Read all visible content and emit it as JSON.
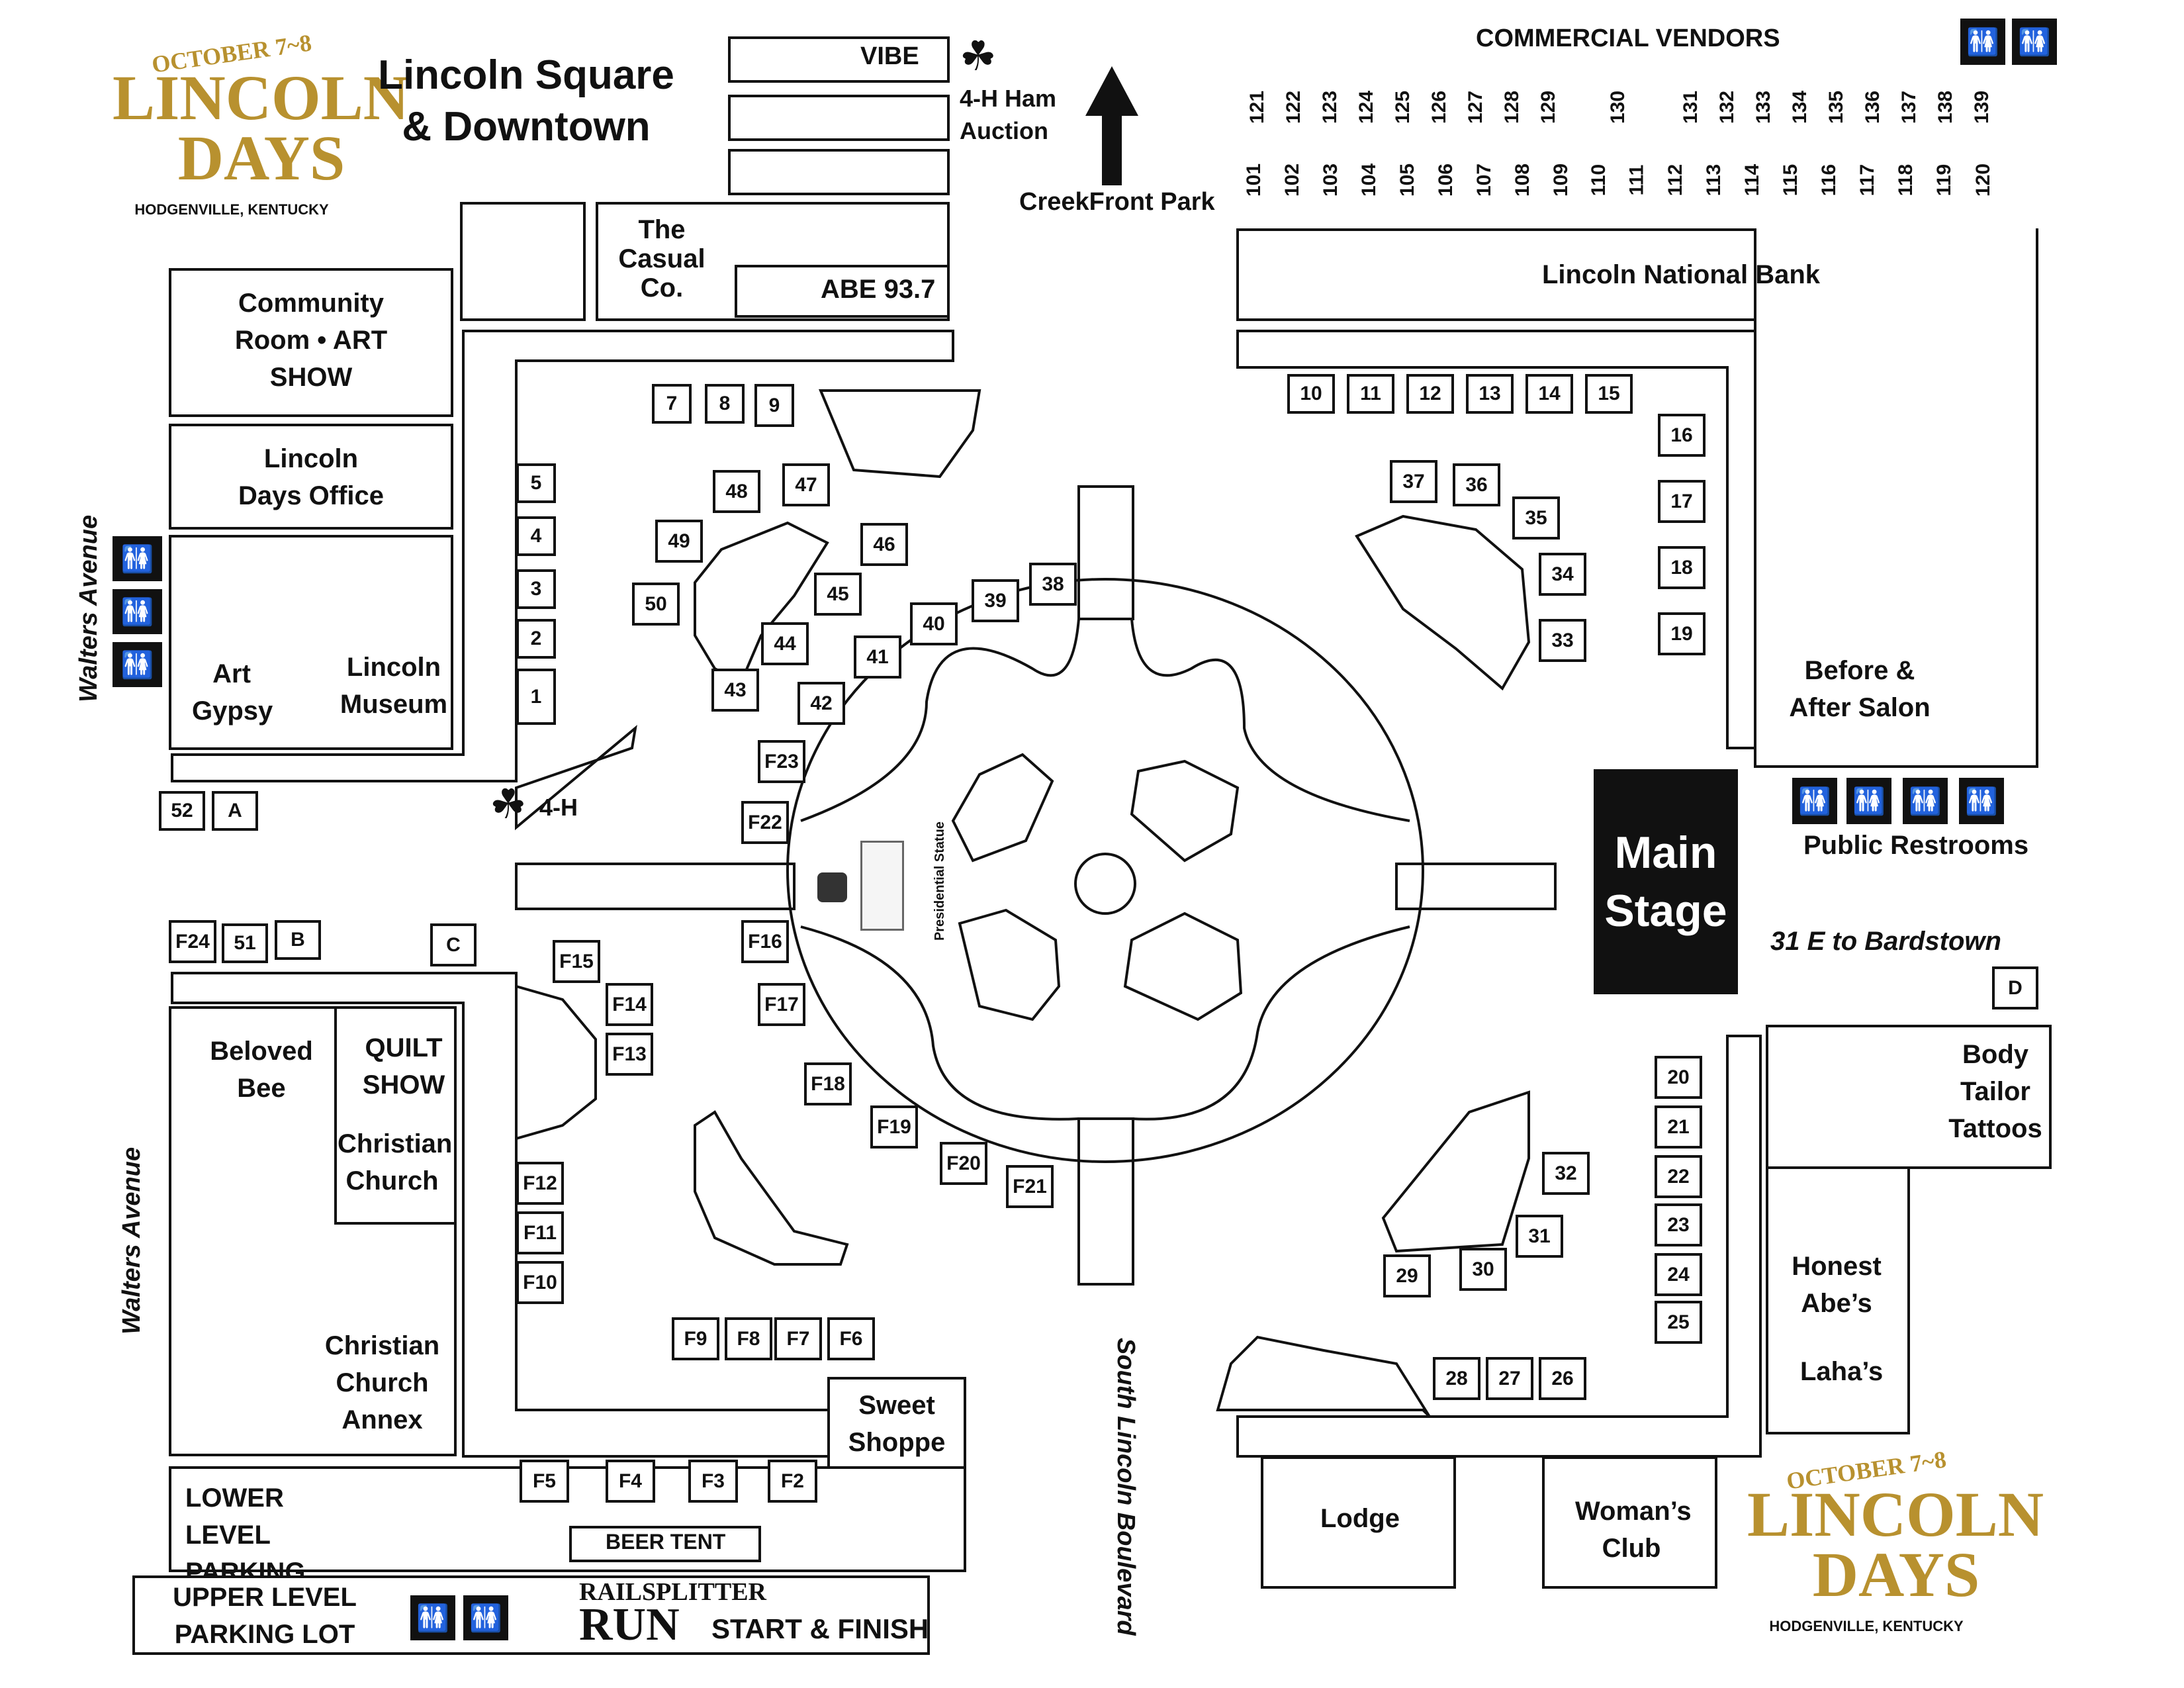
{
  "header": {
    "title": "Lincoln Square & Downtown",
    "arrow_label": "CreekFront Park",
    "commercial_vendors_label": "COMMERCIAL VENDORS"
  },
  "logo": {
    "date": "OCTOBER 7~8",
    "line1": "LINCOLN",
    "line2": "DAYS",
    "location": "HODGENVILLE, KENTUCKY",
    "color": "#b8912f"
  },
  "vendor_numbers_top": [
    "121",
    "122",
    "123",
    "124",
    "125",
    "126",
    "127",
    "128",
    "129",
    "130",
    "131",
    "132",
    "133",
    "134",
    "135",
    "136",
    "137",
    "138",
    "139"
  ],
  "vendor_numbers_bottom": [
    "101",
    "102",
    "103",
    "104",
    "105",
    "106",
    "107",
    "108",
    "109",
    "110",
    "111",
    "112",
    "113",
    "114",
    "115",
    "116",
    "117",
    "118",
    "119",
    "120"
  ],
  "buildings": {
    "vibe": "VIBE",
    "ham_auction": "4-H Ham Auction",
    "casual_co": "The Casual Co.",
    "abe": "ABE 93.7",
    "community_room": "Community Room • ART SHOW",
    "lincoln_days_office": "Lincoln Days Office",
    "art_gypsy": "Art Gypsy",
    "lincoln_museum": "Lincoln Museum",
    "lincoln_national_bank": "Lincoln National  Bank",
    "before_after_salon": "Before & After Salon",
    "public_restrooms": "Public Restrooms",
    "main_stage": "Main Stage",
    "bardstown": "31 E to Bardstown",
    "body_tailor": "Body Tailor Tattoos",
    "honest_abes": "Honest Abe’s",
    "lahas": "Laha’s",
    "beloved_bee": "Beloved Bee",
    "quilt_show": "QUILT SHOW",
    "christian_church": "Christian Church",
    "christian_church_annex": "Christian Church Annex",
    "sweet_shoppe": "Sweet Shoppe",
    "lower_parking": "LOWER LEVEL PARKING LOT",
    "beer_tent": "BEER TENT",
    "upper_parking": "UPPER LEVEL PARKING LOT",
    "railsplitter": "RAILSPLITTER",
    "run": "RUN",
    "start_finish": "START & FINISH",
    "lodge": "Lodge",
    "womans_club": "Woman’s Club",
    "presidential_statue": "Presidential Statue",
    "four_h": "4-H"
  },
  "streets": {
    "walters_top": "Walters Avenue",
    "walters_bottom": "Walters Avenue",
    "south_lincoln": "South Lincoln Boulevard"
  },
  "booths": {
    "b1": "1",
    "b2": "2",
    "b3": "3",
    "b4": "4",
    "b5": "5",
    "b7": "7",
    "b8": "8",
    "b9": "9",
    "b10": "10",
    "b11": "11",
    "b12": "12",
    "b13": "13",
    "b14": "14",
    "b15": "15",
    "b16": "16",
    "b17": "17",
    "b18": "18",
    "b19": "19",
    "b20": "20",
    "b21": "21",
    "b22": "22",
    "b23": "23",
    "b24": "24",
    "b25": "25",
    "b26": "26",
    "b27": "27",
    "b28": "28",
    "b29": "29",
    "b30": "30",
    "b31": "31",
    "b32": "32",
    "b33": "33",
    "b34": "34",
    "b35": "35",
    "b36": "36",
    "b37": "37",
    "b38": "38",
    "b39": "39",
    "b40": "40",
    "b41": "41",
    "b42": "42",
    "b43": "43",
    "b44": "44",
    "b45": "45",
    "b46": "46",
    "b47": "47",
    "b48": "48",
    "b49": "49",
    "b50": "50",
    "b51": "51",
    "b52": "52",
    "bA": "A",
    "bB": "B",
    "bC": "C",
    "bD": "D",
    "f2": "F2",
    "f3": "F3",
    "f4": "F4",
    "f5": "F5",
    "f6": "F6",
    "f7": "F7",
    "f8": "F8",
    "f9": "F9",
    "f10": "F10",
    "f11": "F11",
    "f12": "F12",
    "f13": "F13",
    "f14": "F14",
    "f15": "F15",
    "f16": "F16",
    "f17": "F17",
    "f18": "F18",
    "f19": "F19",
    "f20": "F20",
    "f21": "F21",
    "f22": "F22",
    "f23": "F23",
    "f24": "F24"
  },
  "icons": {
    "restroom": "restroom-icon",
    "clover": "four-leaf-clover-icon",
    "arrow": "north-arrow-icon"
  }
}
